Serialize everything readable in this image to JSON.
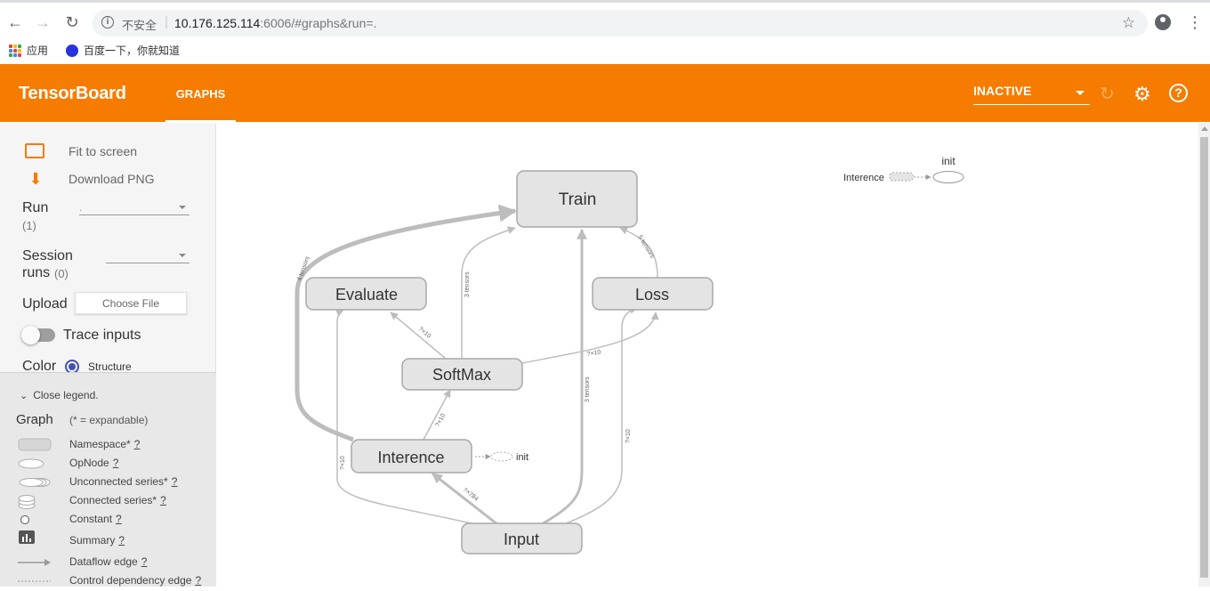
{
  "browser": {
    "security_label": "不安全",
    "separator": "|",
    "url_host": "10.176.125.114",
    "url_path": ":6006/#graphs&run=."
  },
  "bookmarks": [
    {
      "label": "应用"
    },
    {
      "label": "百度一下，你就知道"
    }
  ],
  "header": {
    "title": "TensorBoard",
    "tabs": [
      {
        "label": "GRAPHS"
      }
    ],
    "plugin_select_value": "INACTIVE",
    "help_label": "?"
  },
  "sidebar": {
    "fit_label": "Fit to screen",
    "download_label": "Download PNG",
    "run_label": "Run",
    "run_count": "(1)",
    "run_value": ".",
    "session_label_1": "Session",
    "session_label_2": "runs",
    "session_count": "(0)",
    "session_value": "",
    "upload_label": "Upload",
    "choose_file_label": "Choose File",
    "trace_label": "Trace inputs",
    "color_label": "Color",
    "color_option": "Structure"
  },
  "legend": {
    "toggle_label": "Close legend.",
    "title": "Graph",
    "expand_note": "(* = expandable)",
    "items": [
      {
        "label": "Namespace*",
        "q": "?"
      },
      {
        "label": "OpNode",
        "q": "?"
      },
      {
        "label": "Unconnected series*",
        "q": "?"
      },
      {
        "label": "Connected series*",
        "q": "?"
      },
      {
        "label": "Constant",
        "q": "?"
      },
      {
        "label": "Summary",
        "q": "?"
      },
      {
        "label": "Dataflow edge",
        "q": "?"
      },
      {
        "label": "Control dependency edge",
        "q": "?"
      }
    ]
  },
  "graph": {
    "nodes": {
      "train": "Train",
      "evaluate": "Evaluate",
      "loss": "Loss",
      "softmax": "SoftMax",
      "inference": "Interence",
      "input": "Input",
      "inference_init": "init"
    },
    "edge_labels": {
      "inference_train": "4 tensors",
      "softmax_train": "3 tensors",
      "loss_train": "5 tensors",
      "input_train": "3 tensors",
      "softmax_evaluate": "?×10",
      "inference_softmax": "?×10",
      "softmax_loss": "?×10",
      "input_evaluate": "?×10",
      "input_loss": "?×10",
      "input_inference": "?×784"
    },
    "aux": {
      "node_label": "Interence",
      "init_label": "init"
    }
  },
  "colors": {
    "accent": "#f57c00",
    "node_fill": "#e4e4e4",
    "node_stroke": "#a8a8a8",
    "edge": "#bdbdbd",
    "radio": "#3f51b5"
  }
}
